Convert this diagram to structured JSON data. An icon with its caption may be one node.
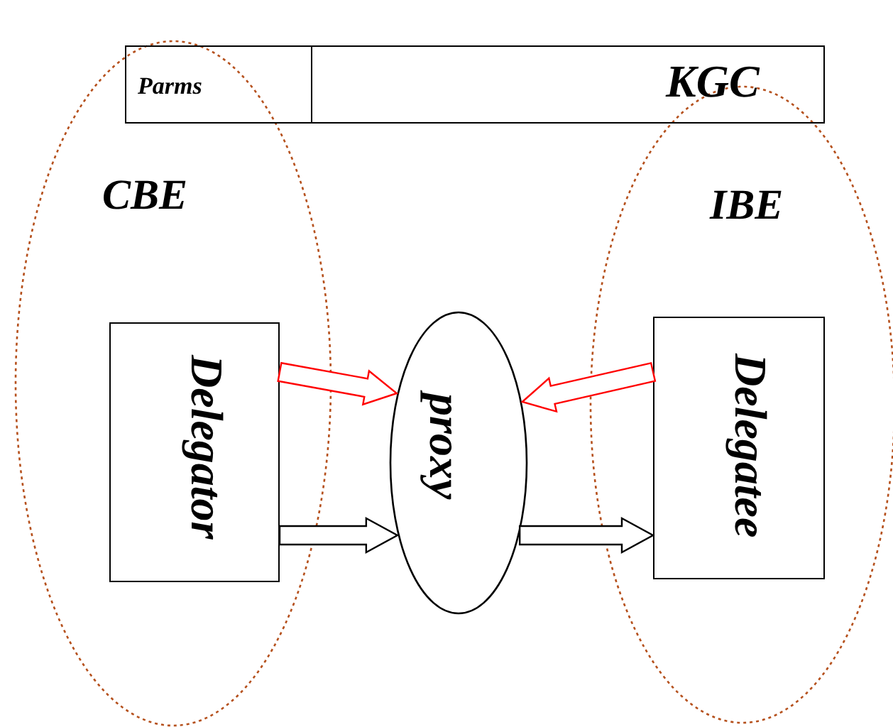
{
  "diagram": {
    "nodes": [
      {
        "text": [
          "CBE"
        ]
      },
      {
        "text": [
          "IBE"
        ]
      },
      {
        "text": [
          "KGC"
        ]
      },
      {
        "text": [
          "Parms"
        ]
      },
      {
        "text": [
          "Delegator"
        ],
        "in": 0
      },
      {
        "text": [
          "proxy"
        ]
      },
      {
        "text": [
          "Delegatee"
        ],
        "in": 1
      }
    ],
    "edges": [
      {
        "from": 4,
        "to": 5,
        "arrow": "to",
        "color": "#ff0000"
      },
      {
        "from": 6,
        "to": 5,
        "arrow": "to",
        "color": "#ff0000"
      },
      {
        "from": 4,
        "to": 5,
        "arrow": "to"
      },
      {
        "from": 5,
        "to": 6,
        "arrow": "to"
      }
    ]
  }
}
